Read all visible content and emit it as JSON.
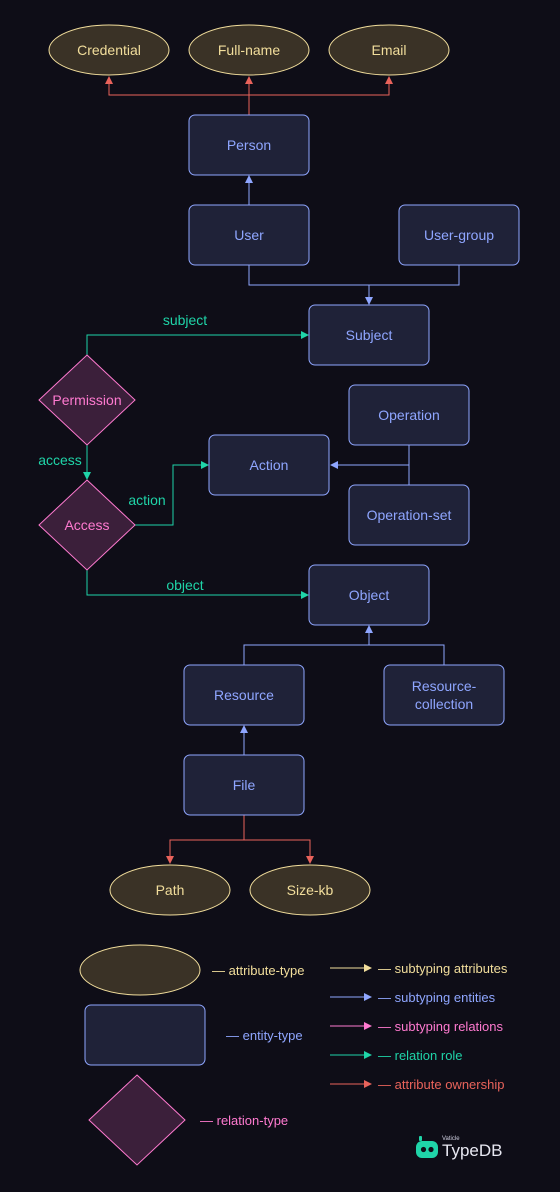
{
  "colors": {
    "background": "#0e0d17",
    "entity_fill": "#1f2238",
    "entity_stroke": "#8fa6ff",
    "attribute_fill": "#3a3226",
    "attribute_stroke": "#f2de9c",
    "relation_fill": "#3b1f3a",
    "relation_stroke": "#ff7ad0",
    "role": "#1fd4a8",
    "ownership": "#e9635b",
    "subtype_attr": "#f2de9c",
    "subtype_entity": "#8fa6ff",
    "subtype_rel": "#ff7ad0"
  },
  "attributes": {
    "credential": "Credential",
    "full_name": "Full-name",
    "email": "Email",
    "path": "Path",
    "size_kb": "Size-kb"
  },
  "entities": {
    "person": "Person",
    "user": "User",
    "user_group": "User-group",
    "subject": "Subject",
    "action": "Action",
    "operation": "Operation",
    "operation_set": "Operation-set",
    "object": "Object",
    "resource": "Resource",
    "resource_collection_line1": "Resource-",
    "resource_collection_line2": "collection",
    "file": "File"
  },
  "relations": {
    "permission": "Permission",
    "access": "Access"
  },
  "roles": {
    "subject": "subject",
    "access": "access",
    "action": "action",
    "object": "object"
  },
  "legend": {
    "attribute_type": "— attribute-type",
    "entity_type": "— entity-type",
    "relation_type": "— relation-type",
    "subtyping_attributes": "— subtyping attributes",
    "subtyping_entities": "— subtyping entities",
    "subtyping_relations": "— subtyping relations",
    "relation_role": "— relation role",
    "attribute_ownership": "— attribute ownership"
  },
  "logo": {
    "small": "Vaticle",
    "name": "TypeDB"
  }
}
